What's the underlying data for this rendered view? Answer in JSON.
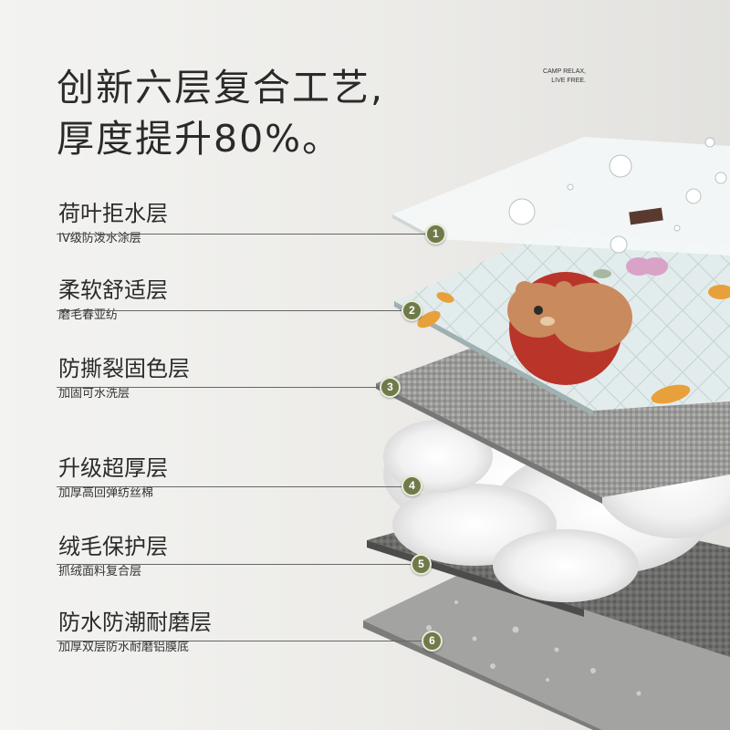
{
  "headline": {
    "line1": "创新六层复合工艺,",
    "line2": "厚度提升80%。"
  },
  "brand": {
    "line1": "CAMP RELAX,",
    "line2": "LIVE FREE."
  },
  "layers": [
    {
      "number": "1",
      "title": "荷叶拒水层",
      "desc": "IV级防泼水涂层"
    },
    {
      "number": "2",
      "title": "柔软舒适层",
      "desc": "磨毛春亚纺"
    },
    {
      "number": "3",
      "title": "防撕裂固色层",
      "desc": "加固可水洗层"
    },
    {
      "number": "4",
      "title": "升级超厚层",
      "desc": "加厚高回弹纺丝棉"
    },
    {
      "number": "5",
      "title": "绒毛保护层",
      "desc": "抓绒面料复合层"
    },
    {
      "number": "6",
      "title": "防水防潮耐磨层",
      "desc": "加厚双层防水耐磨铝膜底"
    }
  ],
  "colors": {
    "badge": "#6f7a4a",
    "accent_orange": "#e8a13a",
    "bear": "#c98a5e",
    "bear_shirt": "#b9352a"
  }
}
